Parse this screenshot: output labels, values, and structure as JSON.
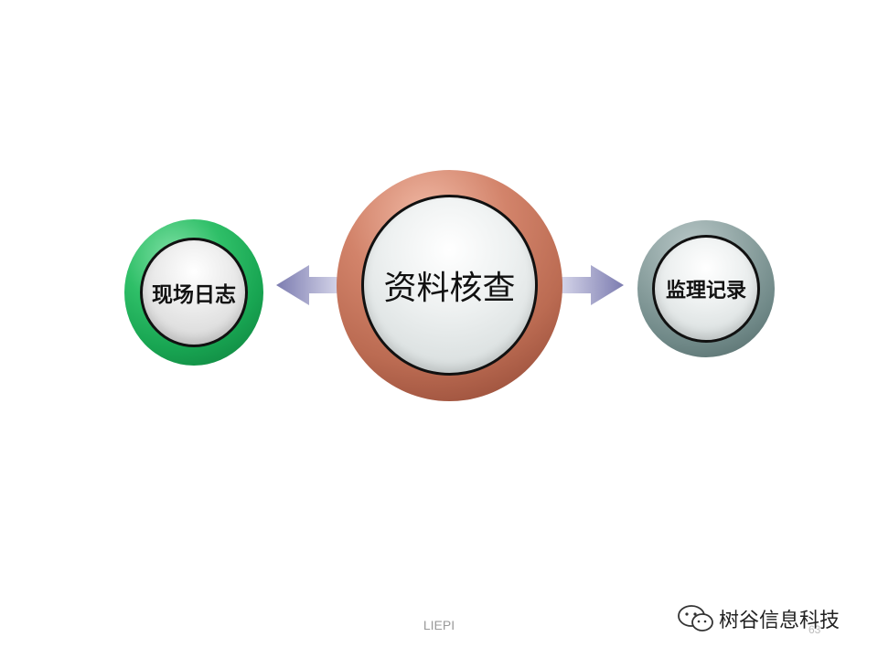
{
  "diagram": {
    "left_node": {
      "label": "现场日志"
    },
    "center_node": {
      "label": "资料核查"
    },
    "right_node": {
      "label": "监理记录"
    },
    "colors": {
      "left_ring": "#18a552",
      "center_ring": "#bb6b52",
      "right_ring": "#6f8887",
      "arrow": "#8d8dbb"
    }
  },
  "footer": {
    "text": "LIEPI",
    "page_number": "63"
  },
  "watermark": {
    "text": "树谷信息科技",
    "icon": "wechat-icon"
  }
}
